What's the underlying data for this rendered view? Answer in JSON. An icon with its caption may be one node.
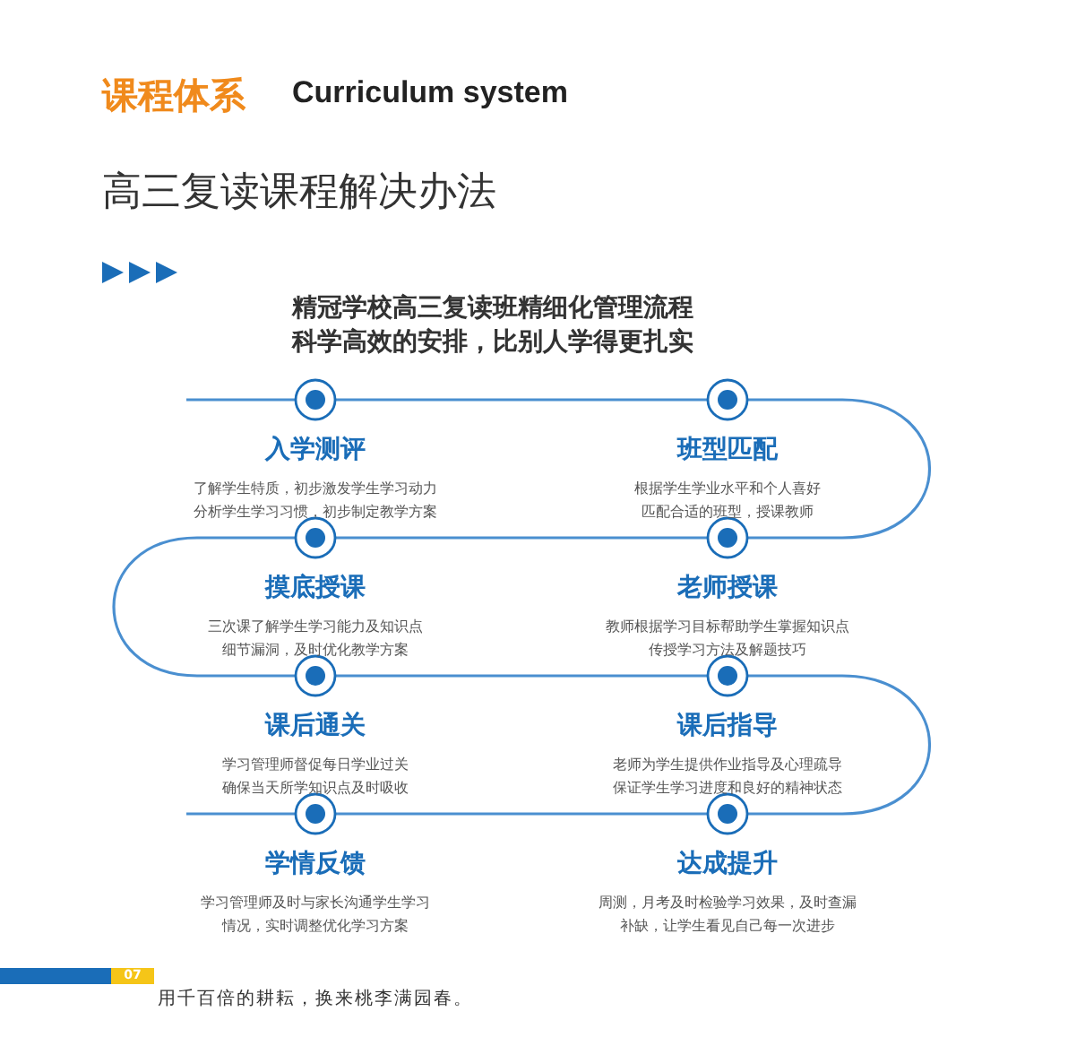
{
  "diagram": {
    "title": "精冠学校高三复读班精细化管理流程",
    "nodes": [
      {
        "text": [
          "入学测评",
          "了解学生特质，初步激发学生学习动力分析学生学习习惯，初步制定教学方案"
        ]
      },
      {
        "text": [
          "班型匹配",
          "根据学生学业水平和个人喜好匹配合适的班型，授课教师"
        ]
      },
      {
        "text": [
          "摸底授课",
          "三次课了解学生学习能力及知识点细节漏洞，及时优化教学方案"
        ]
      },
      {
        "text": [
          "老师授课",
          "教师根据学习目标帮助学生掌握知识点传授学习方法及解题技巧"
        ]
      },
      {
        "text": [
          "课后通关",
          "学习管理师督促每日学业过关确保当天所学知识点及时吸收"
        ]
      },
      {
        "text": [
          "课后指导",
          "老师为学生提供作业指导及心理疏导保证学生学习进度和良好的精神状态"
        ]
      },
      {
        "text": [
          "学情反馈",
          "学习管理师及时与家长沟通学生学习情况，实时调整优化学习方案"
        ]
      },
      {
        "text": [
          "达成提升",
          "周测，月考及时检验学习效果，及时查漏补缺，让学生看见自己每一次进步"
        ]
      }
    ],
    "labels": [
      "课程体系",
      "Curriculum system",
      "高三复读课程解决办法",
      "科学高效的安排，比别人学得更扎实",
      "07",
      "用千百倍的耕耘，换来桃李满园春。"
    ]
  }
}
